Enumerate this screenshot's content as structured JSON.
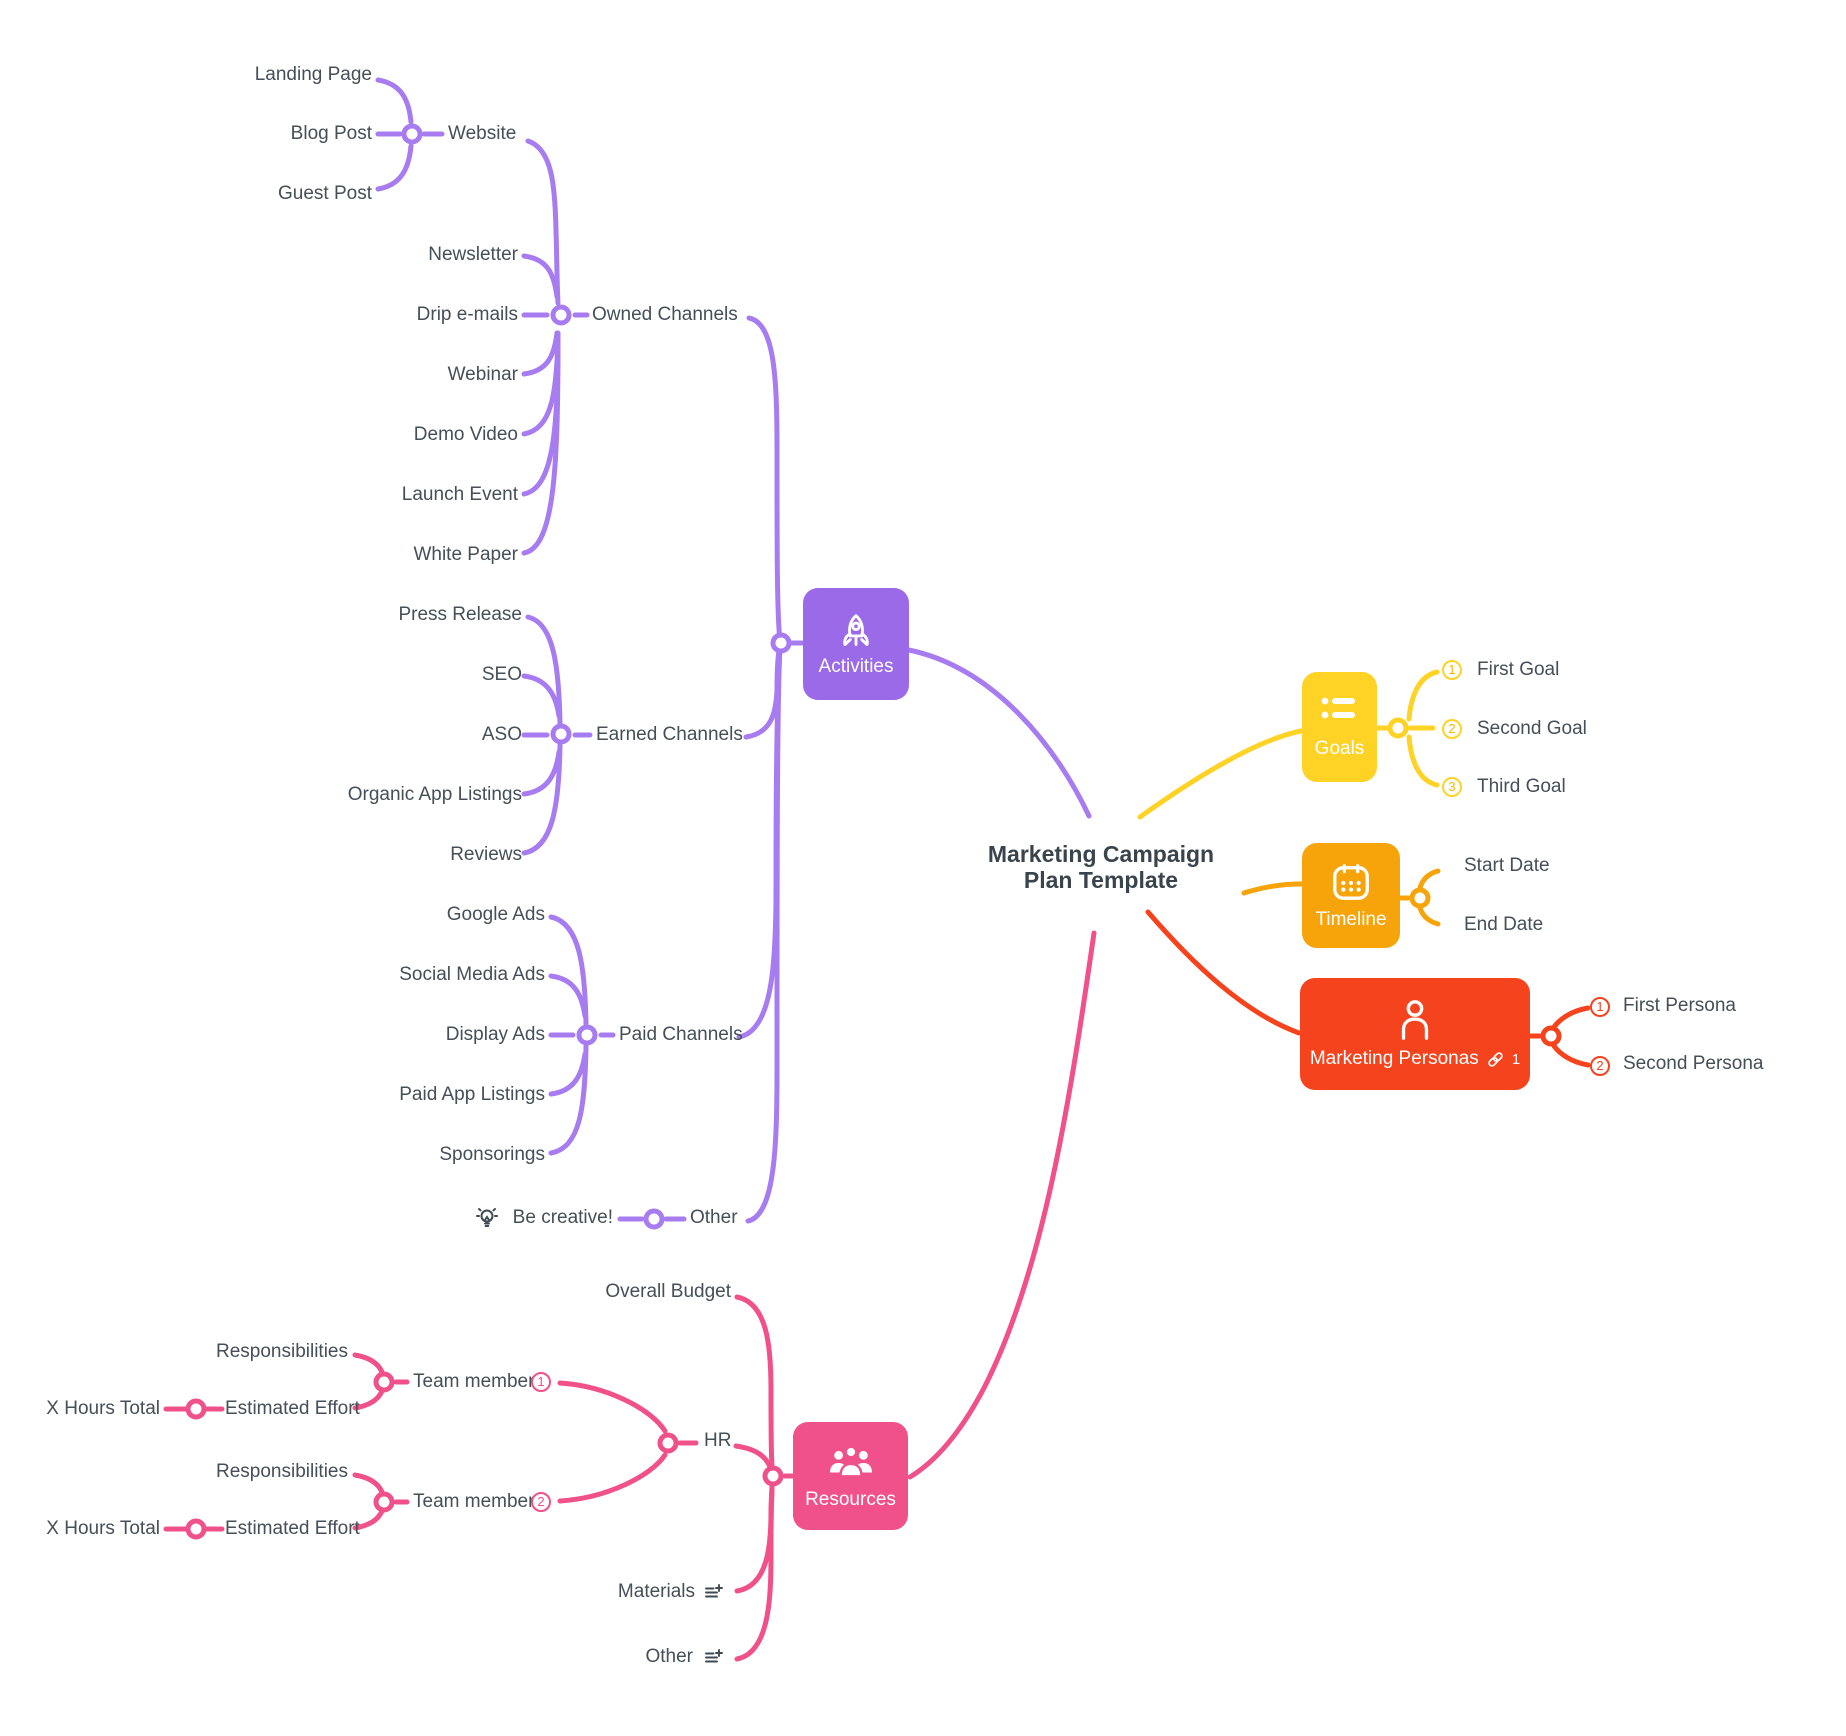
{
  "title": {
    "line1": "Marketing Campaign",
    "line2": "Plan Template"
  },
  "colors": {
    "activities_box": "#9A6AE9",
    "activities_line": "#A77CF0",
    "goals": "#FFD226",
    "timeline": "#F7A40A",
    "personas": "#F5431E",
    "resources": "#F0518A",
    "text": "#454F58"
  },
  "activities": {
    "label": "Activities",
    "icon": "rocket-icon",
    "owned_channels": {
      "label": "Owned Channels",
      "website": {
        "label": "Website",
        "children": [
          "Landing Page",
          "Blog Post",
          "Guest Post"
        ]
      },
      "items": [
        "Newsletter",
        "Drip e-mails",
        "Webinar",
        "Demo Video",
        "Launch Event",
        "White Paper"
      ]
    },
    "earned_channels": {
      "label": "Earned Channels",
      "items": [
        "Press Release",
        "SEO",
        "ASO",
        "Organic App Listings",
        "Reviews"
      ]
    },
    "paid_channels": {
      "label": "Paid Channels",
      "items": [
        "Google Ads",
        "Social Media Ads",
        "Display Ads",
        "Paid App Listings",
        "Sponsorings"
      ]
    },
    "other": {
      "label": "Other",
      "note": "Be creative!",
      "icon": "lightbulb-icon"
    }
  },
  "goals": {
    "label": "Goals",
    "icon": "list-icon",
    "items": [
      {
        "num": "1",
        "label": "First Goal"
      },
      {
        "num": "2",
        "label": "Second Goal"
      },
      {
        "num": "3",
        "label": "Third Goal"
      }
    ]
  },
  "timeline": {
    "label": "Timeline",
    "icon": "calendar-icon",
    "items": [
      "Start Date",
      "End Date"
    ]
  },
  "marketing_personas": {
    "label": "Marketing Personas",
    "icon": "person-icon",
    "link_count": "1",
    "items": [
      {
        "num": "1",
        "label": "First Persona"
      },
      {
        "num": "2",
        "label": "Second Persona"
      }
    ]
  },
  "resources": {
    "label": "Resources",
    "icon": "people-icon",
    "overall_budget": "Overall Budget",
    "hr": {
      "label": "HR",
      "team_members": [
        {
          "label": "Team member",
          "num": "1",
          "responsibilities": "Responsibilities",
          "estimated_effort": "Estimated Effort",
          "hours_total": "X Hours Total"
        },
        {
          "label": "Team member",
          "num": "2",
          "responsibilities": "Responsibilities",
          "estimated_effort": "Estimated Effort",
          "hours_total": "X Hours Total"
        }
      ]
    },
    "materials": {
      "label": "Materials",
      "icon": "note-add-icon"
    },
    "other": {
      "label": "Other",
      "icon": "note-add-icon"
    }
  }
}
